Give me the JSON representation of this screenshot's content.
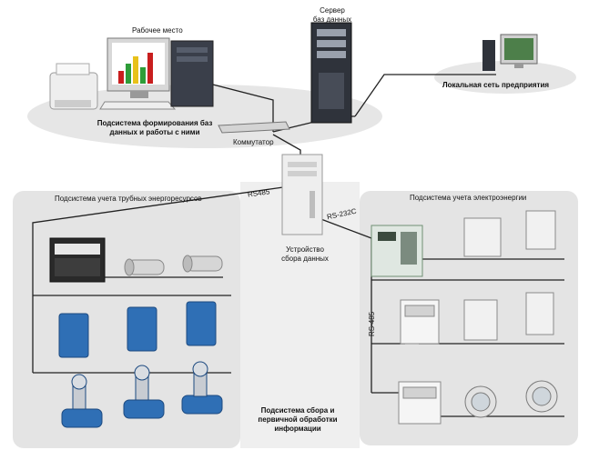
{
  "labels": {
    "workstation": "Рабочее место",
    "server": "Сервер\nбаз данных",
    "lan": "Локальная сеть предприятия",
    "db_subsystem": "Подсистема формирования баз\nданных и работы с ними",
    "switch": "Коммутатор",
    "rs485_top": "RS485",
    "rs232": "RS-232C",
    "collector": "Устройство\nсбора данных",
    "pipe_subsystem": "Подсистема учета трубных энергоресурсов",
    "power_subsystem": "Подсистема учета электроэнергии",
    "rs485_left": "RS-485",
    "collect_subsystem": "Подсистема сбора и\nпервичной обработки\nинформации"
  },
  "colors": {
    "panel_bg": "#e4e4e4",
    "ellipse_bg": "#e6e6e6",
    "line": "#222222",
    "flow_blue": "#2f6fb5",
    "device_gray": "#d9dde2"
  },
  "icons": [
    "printer-icon",
    "monitor-icon",
    "tower-pc-icon",
    "keyboard-icon",
    "server-icon",
    "lan-pc-icon",
    "switch-icon",
    "data-collector-icon",
    "heat-calculator-icon",
    "flow-sensor-icon",
    "ultrasonic-meter-icon",
    "electromagnetic-flowmeter-icon",
    "electricity-meter-icon",
    "controller-icon",
    "round-meter-icon"
  ]
}
